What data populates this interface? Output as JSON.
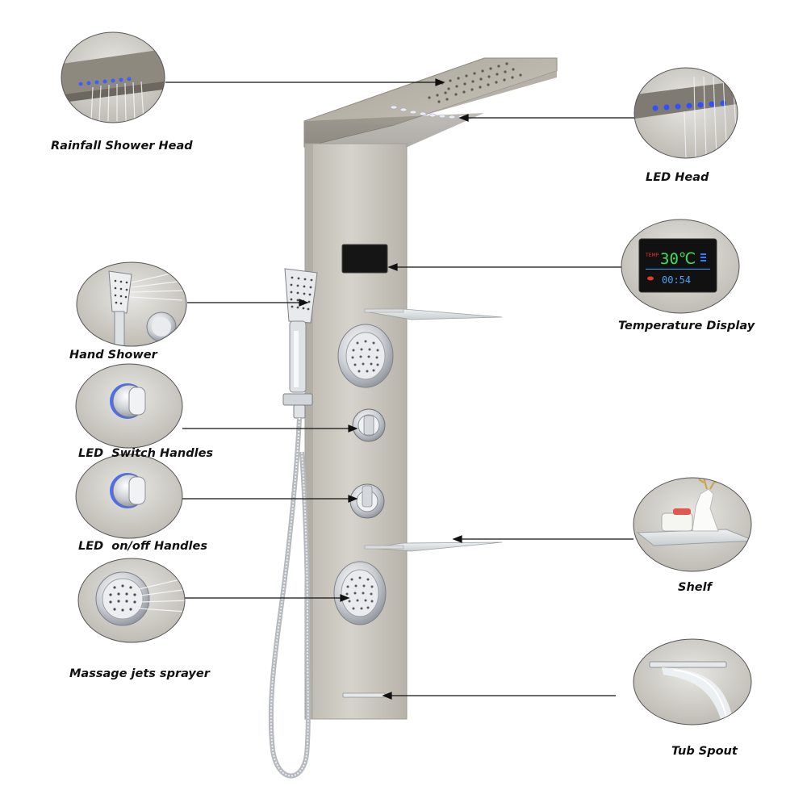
{
  "labels": {
    "rainfall_shower_head": "Rainfall Shower Head",
    "led_head": "LED Head",
    "temperature_display": "Temperature Display",
    "hand_shower": "Hand Shower",
    "led_switch_handles": "LED  Switch Handles",
    "led_onoff_handles": "LED  on/off Handles",
    "shelf": "Shelf",
    "massage_jets_sprayer": "Massage jets sprayer",
    "tub_spout": "Tub Spout"
  },
  "display": {
    "temperature": "30℃",
    "time": "00:54",
    "temp_tag": "TEMP"
  },
  "colors": {
    "panel": "#c9c5bc",
    "led": "#2f5bff",
    "chrome": "#d8dade"
  }
}
